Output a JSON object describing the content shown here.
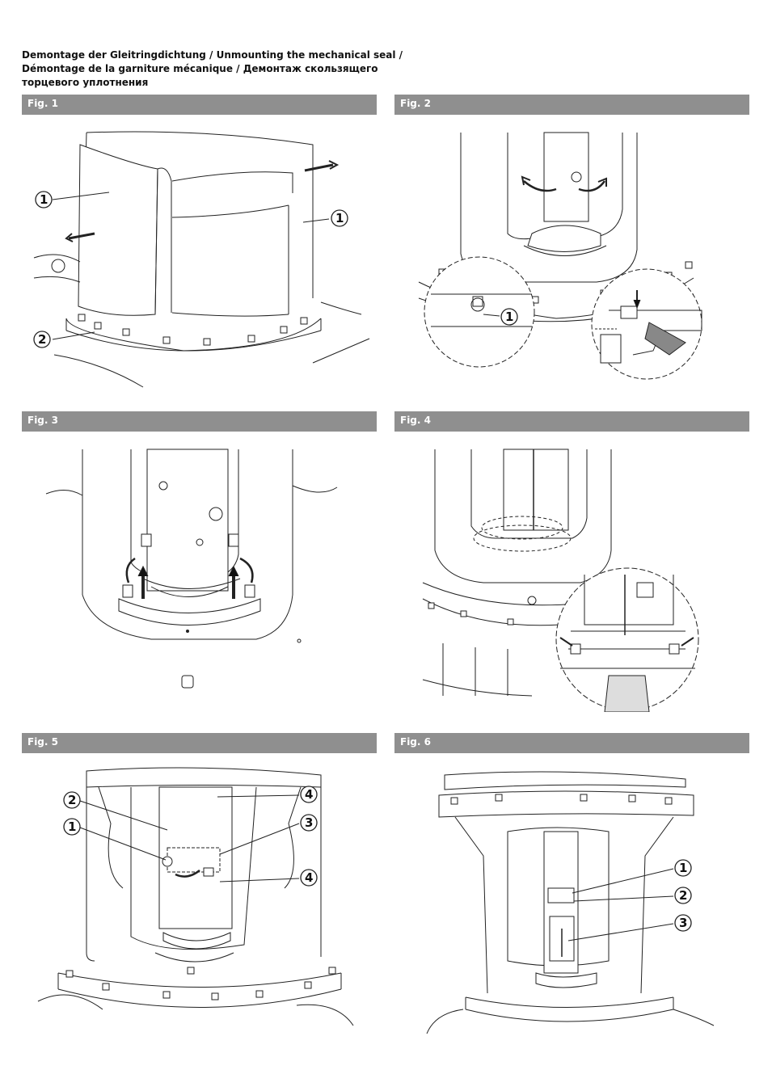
{
  "header": {
    "line1": "Demontage der Gleitringdichtung / Unmounting the mechanical seal /",
    "line2": "Démontage de la garniture mécanique / Демонтаж скользящего",
    "line3": "торцевого уплотнения"
  },
  "figures": [
    {
      "label": "Fig. 1",
      "callouts": [
        "1",
        "1",
        "2"
      ]
    },
    {
      "label": "Fig. 2",
      "callouts": [
        "1"
      ]
    },
    {
      "label": "Fig. 3",
      "callouts": []
    },
    {
      "label": "Fig. 4",
      "callouts": []
    },
    {
      "label": "Fig. 5",
      "callouts": [
        "2",
        "1",
        "4",
        "3",
        "4"
      ]
    },
    {
      "label": "Fig. 6",
      "callouts": [
        "1",
        "2",
        "3"
      ]
    }
  ]
}
